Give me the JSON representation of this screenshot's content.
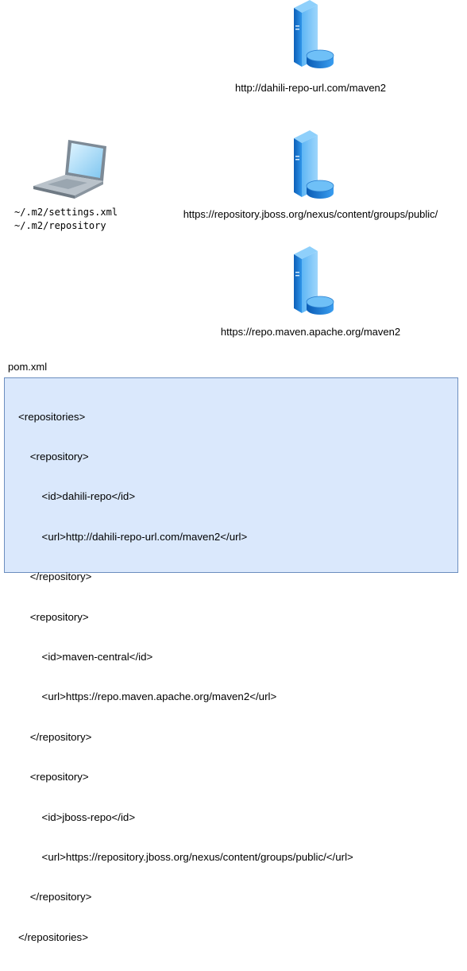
{
  "servers": [
    {
      "url": "http://dahili-repo-url.com/maven2"
    },
    {
      "url": "https://repository.jboss.org/nexus/content/groups/public/"
    },
    {
      "url": "https://repo.maven.apache.org/maven2"
    }
  ],
  "local": {
    "lines": [
      "~/.m2/settings.xml",
      "~/.m2/repository"
    ]
  },
  "pom": {
    "label": "pom.xml",
    "lines": [
      "<repositories>",
      "    <repository>",
      "        <id>dahili-repo</id>",
      "        <url>http://dahili-repo-url.com/maven2</url>",
      "    </repository>",
      "    <repository>",
      "        <id>maven-central</id>",
      "        <url>https://repo.maven.apache.org/maven2</url>",
      "    </repository>",
      "    <repository>",
      "        <id>jboss-repo</id>",
      "        <url>https://repository.jboss.org/nexus/content/groups/public/</url>",
      "    </repository>",
      "</repositories>"
    ]
  },
  "colors": {
    "box_fill": "#dae8fc",
    "box_border": "#6c8ebf",
    "server_blue": "#1e88e5"
  }
}
